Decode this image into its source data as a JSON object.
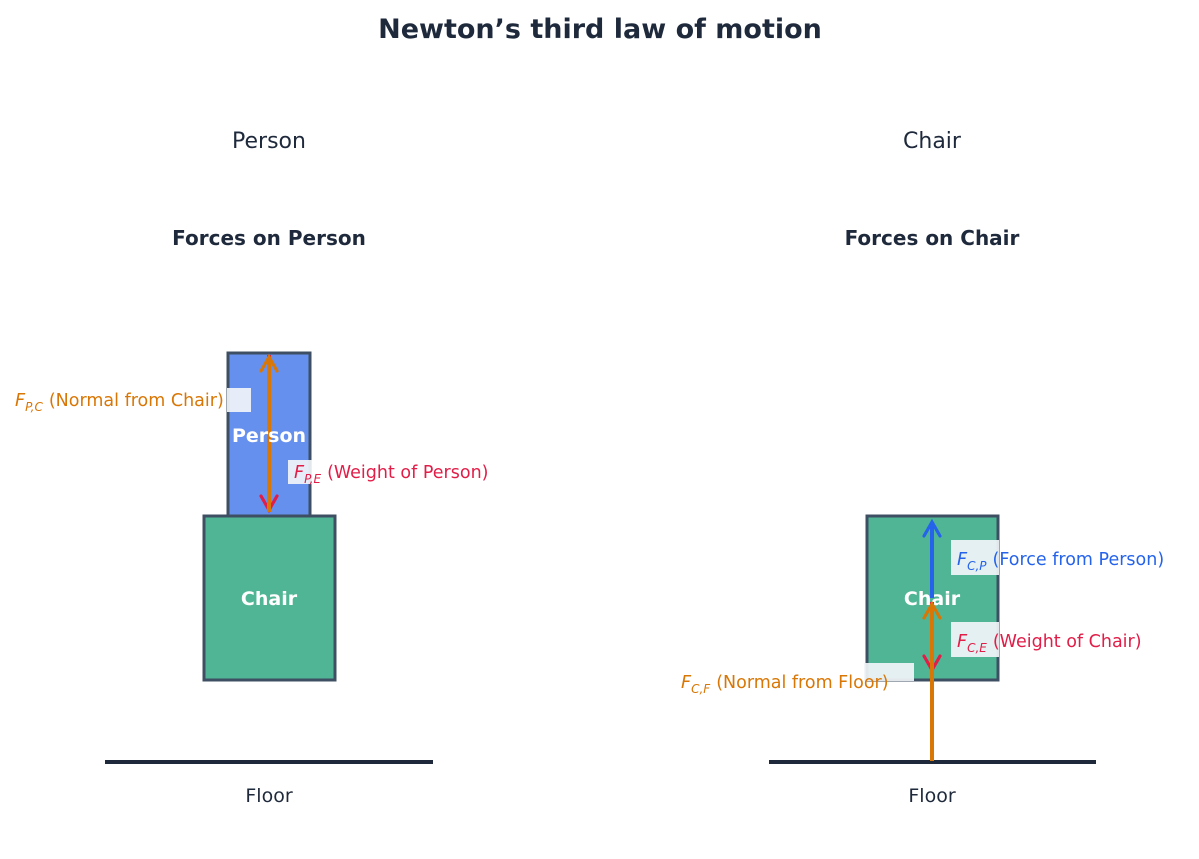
{
  "title": "Newton’s third law of motion",
  "colors": {
    "person": "#6690ee",
    "chair": "#50b594",
    "edge": "#3f4f63",
    "normal": "#d97706",
    "weight": "#e11d48",
    "contact": "#2563eb",
    "ink": "#1e293b"
  },
  "left": {
    "panel_title": "Person",
    "subtitle": "Forces on Person",
    "person_label": "Person",
    "chair_label": "Chair",
    "floor_label": "Floor",
    "forces": [
      {
        "symbol": "F",
        "subscript": "P,C",
        "desc": "(Normal from Chair)",
        "direction": "up"
      },
      {
        "symbol": "F",
        "subscript": "P,E",
        "desc": "(Weight of Person)",
        "direction": "down"
      }
    ]
  },
  "right": {
    "panel_title": "Chair",
    "subtitle": "Forces on Chair",
    "chair_label": "Chair",
    "floor_label": "Floor",
    "forces": [
      {
        "symbol": "F",
        "subscript": "C,P",
        "desc": "(Force from Person)",
        "direction": "up"
      },
      {
        "symbol": "F",
        "subscript": "C,E",
        "desc": "(Weight of Chair)",
        "direction": "down"
      },
      {
        "symbol": "F",
        "subscript": "C,F",
        "desc": "(Normal from Floor)",
        "direction": "up"
      }
    ]
  }
}
